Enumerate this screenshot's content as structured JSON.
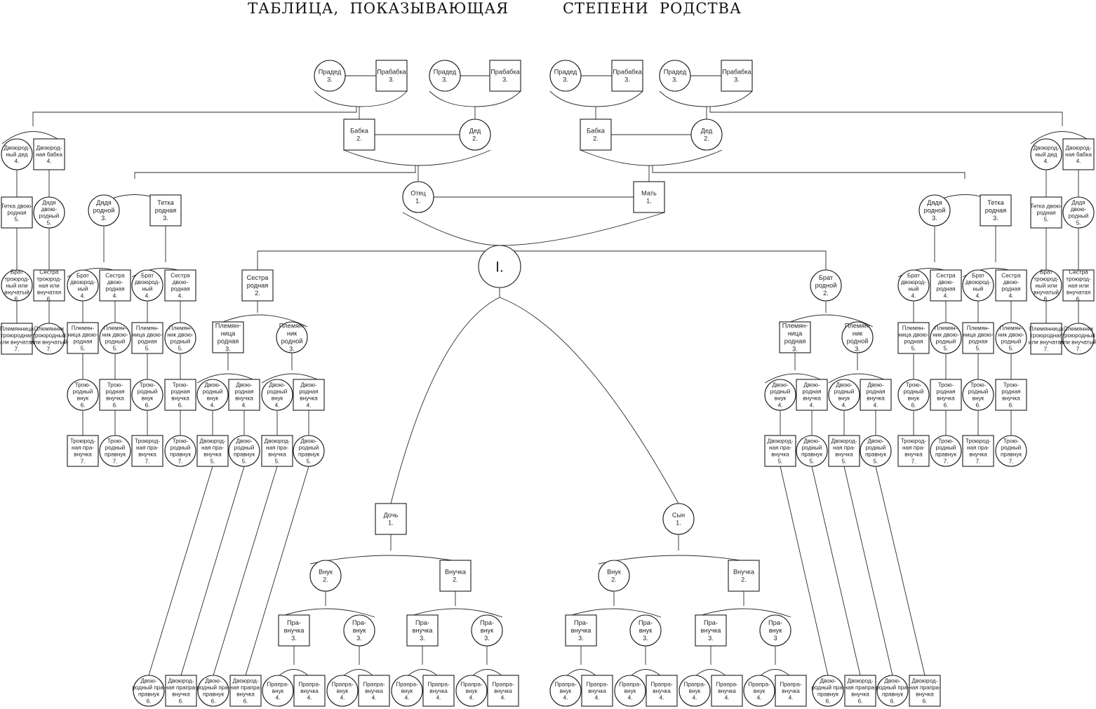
{
  "title": "ТАБЛИЦА,  ПОКАЗЫВАЮЩАЯ          СТЕПЕНИ  РОДСТВА",
  "nodes": [
    {
      "id": "pd1",
      "shape": "circle",
      "lines": [
        "Прадед",
        "3."
      ]
    },
    {
      "id": "pb1",
      "shape": "square",
      "lines": [
        "Прабабка",
        "3."
      ]
    },
    {
      "id": "pd2",
      "shape": "circle",
      "lines": [
        "Прадед",
        "3."
      ]
    },
    {
      "id": "pb2",
      "shape": "square",
      "lines": [
        "Прабабка",
        "3."
      ]
    },
    {
      "id": "pd3",
      "shape": "circle",
      "lines": [
        "Прадед",
        "3."
      ]
    },
    {
      "id": "pb3",
      "shape": "square",
      "lines": [
        "Прабабка",
        "3."
      ]
    },
    {
      "id": "pd4",
      "shape": "circle",
      "lines": [
        "Прадед",
        "3."
      ]
    },
    {
      "id": "pb4",
      "shape": "square",
      "lines": [
        "Прабабка",
        "3."
      ]
    },
    {
      "id": "babkaL",
      "shape": "square",
      "lines": [
        "Бабка",
        "2."
      ]
    },
    {
      "id": "dedL",
      "shape": "circle",
      "lines": [
        "Дед",
        "2."
      ]
    },
    {
      "id": "babkaR",
      "shape": "square",
      "lines": [
        "Бабка",
        "2."
      ]
    },
    {
      "id": "dedR",
      "shape": "circle",
      "lines": [
        "Дед",
        "2."
      ]
    },
    {
      "id": "otec",
      "shape": "circle",
      "lines": [
        "Отец",
        "1."
      ]
    },
    {
      "id": "mat",
      "shape": "square",
      "lines": [
        "Мать",
        "1."
      ]
    },
    {
      "id": "ego",
      "shape": "circle",
      "lines": [
        "I."
      ]
    },
    {
      "id": "dvdL",
      "shape": "circle",
      "lines": [
        "Двоюрод-",
        "ный дед",
        "4."
      ]
    },
    {
      "id": "dvbL",
      "shape": "square",
      "lines": [
        "Двоюрод-",
        "ная бабка",
        "4."
      ]
    },
    {
      "id": "tdvL",
      "shape": "square",
      "lines": [
        "Тетка двою-",
        "родная",
        "5."
      ]
    },
    {
      "id": "ddvL",
      "shape": "circle",
      "lines": [
        "Дядя",
        "двою-",
        "родный",
        "5."
      ]
    },
    {
      "id": "btrL",
      "shape": "circle",
      "lines": [
        "Брат",
        "троюрод-",
        "ный или",
        "внучатый",
        "6."
      ]
    },
    {
      "id": "strL",
      "shape": "square",
      "lines": [
        "Сестра",
        "троюрод-",
        "ная или",
        "внучатая",
        "6."
      ]
    },
    {
      "id": "pltrL",
      "shape": "square",
      "lines": [
        "Племянница",
        "троюродная",
        "или внучатая",
        "7."
      ]
    },
    {
      "id": "pmtrL",
      "shape": "circle",
      "lines": [
        "Племянник",
        "троюродный",
        "или внучатый",
        "7."
      ]
    },
    {
      "id": "dyadyaL",
      "shape": "circle",
      "lines": [
        "Дядя",
        "родной",
        "3."
      ]
    },
    {
      "id": "tetkaL",
      "shape": "square",
      "lines": [
        "Тетка",
        "родная",
        "3."
      ]
    },
    {
      "id": "lbd1",
      "shape": "circle",
      "lines": [
        "Брат",
        "двоюрод-",
        "ный",
        "4."
      ]
    },
    {
      "id": "lsd1",
      "shape": "square",
      "lines": [
        "Сестра",
        "двою-",
        "родная",
        "4."
      ]
    },
    {
      "id": "lbd2",
      "shape": "circle",
      "lines": [
        "Брат",
        "двоюрод-",
        "ный",
        "4."
      ]
    },
    {
      "id": "lsd2",
      "shape": "square",
      "lines": [
        "Сестра",
        "двою-",
        "родная",
        "4."
      ]
    },
    {
      "id": "lpl1",
      "shape": "square",
      "lines": [
        "Племян-",
        "ница двою-",
        "родная",
        "5."
      ]
    },
    {
      "id": "lpm1",
      "shape": "circle",
      "lines": [
        "Племян-",
        "ник двою-",
        "родный",
        "5."
      ]
    },
    {
      "id": "lpl2",
      "shape": "square",
      "lines": [
        "Племян-",
        "ница двою-",
        "родная",
        "5."
      ]
    },
    {
      "id": "lpm2",
      "shape": "circle",
      "lines": [
        "Племян-",
        "ник двою-",
        "родный",
        "5."
      ]
    },
    {
      "id": "ltv1",
      "shape": "circle",
      "lines": [
        "Трою-",
        "родный",
        "внук",
        "6."
      ]
    },
    {
      "id": "ltvch1",
      "shape": "square",
      "lines": [
        "Трою-",
        "родная",
        "внучка",
        "6."
      ]
    },
    {
      "id": "ltv2",
      "shape": "circle",
      "lines": [
        "Трою-",
        "родный",
        "внук",
        "6."
      ]
    },
    {
      "id": "ltvch2",
      "shape": "square",
      "lines": [
        "Трою-",
        "родная",
        "внучка",
        "6."
      ]
    },
    {
      "id": "ltpv1",
      "shape": "square",
      "lines": [
        "Троюрод-",
        "ная пра-",
        "внучка",
        "7."
      ]
    },
    {
      "id": "ltpvk1",
      "shape": "circle",
      "lines": [
        "Трою-",
        "родный",
        "правнук",
        "7."
      ]
    },
    {
      "id": "ltpv2",
      "shape": "square",
      "lines": [
        "Троюрод-",
        "ная пра-",
        "внучка",
        "7."
      ]
    },
    {
      "id": "ltpvk2",
      "shape": "circle",
      "lines": [
        "Трою-",
        "родный",
        "правнук",
        "7."
      ]
    },
    {
      "id": "sestra",
      "shape": "square",
      "lines": [
        "Сестра",
        "родная",
        "2."
      ]
    },
    {
      "id": "brat",
      "shape": "circle",
      "lines": [
        "Брат",
        "родной",
        "2."
      ]
    },
    {
      "id": "splnica",
      "shape": "square",
      "lines": [
        "Племян-",
        "ница",
        "родная",
        "3."
      ]
    },
    {
      "id": "splnik",
      "shape": "circle",
      "lines": [
        "Племян-",
        "ник",
        "родной",
        "3."
      ]
    },
    {
      "id": "sdv1",
      "shape": "circle",
      "lines": [
        "Двою-",
        "родный",
        "внук",
        "4."
      ]
    },
    {
      "id": "sdvc1",
      "shape": "square",
      "lines": [
        "Двою-",
        "родная",
        "внучка",
        "4."
      ]
    },
    {
      "id": "sdv2",
      "shape": "circle",
      "lines": [
        "Двою-",
        "родный",
        "внук",
        "4."
      ]
    },
    {
      "id": "sdvc2",
      "shape": "square",
      "lines": [
        "Двою-",
        "родная",
        "внучка",
        "4."
      ]
    },
    {
      "id": "sdpv1",
      "shape": "square",
      "lines": [
        "Двоюрод-",
        "ная пра-",
        "внучка",
        "5."
      ]
    },
    {
      "id": "sdpvk1",
      "shape": "circle",
      "lines": [
        "Двою-",
        "родный",
        "правнук",
        "5."
      ]
    },
    {
      "id": "sdpv2",
      "shape": "square",
      "lines": [
        "Двоюрод-",
        "ная пра-",
        "внучка",
        "5."
      ]
    },
    {
      "id": "sdpvk2",
      "shape": "circle",
      "lines": [
        "Двою-",
        "родный",
        "правнук",
        "5."
      ]
    },
    {
      "id": "bplnica",
      "shape": "square",
      "lines": [
        "Племян-",
        "ница",
        "родная",
        "3."
      ]
    },
    {
      "id": "bplnik",
      "shape": "circle",
      "lines": [
        "Племян-",
        "ник",
        "родной",
        "3."
      ]
    },
    {
      "id": "bdv1",
      "shape": "circle",
      "lines": [
        "Двою-",
        "родный",
        "внук",
        "4."
      ]
    },
    {
      "id": "bdvc1",
      "shape": "square",
      "lines": [
        "Двою-",
        "родная",
        "внучка",
        "4."
      ]
    },
    {
      "id": "bdv2",
      "shape": "circle",
      "lines": [
        "Двою-",
        "родный",
        "внук",
        "4."
      ]
    },
    {
      "id": "bdvc2",
      "shape": "square",
      "lines": [
        "Двою-",
        "родная",
        "внучка",
        "4."
      ]
    },
    {
      "id": "bdpv1",
      "shape": "square",
      "lines": [
        "Двоюрод-",
        "ная пра-",
        "внучка",
        "5."
      ]
    },
    {
      "id": "bdpvk1",
      "shape": "circle",
      "lines": [
        "Двою-",
        "родный",
        "правнук",
        "5."
      ]
    },
    {
      "id": "bdpv2",
      "shape": "square",
      "lines": [
        "Двоюрод-",
        "ная пра-",
        "внучка",
        "5."
      ]
    },
    {
      "id": "bdpvk2",
      "shape": "circle",
      "lines": [
        "Двою-",
        "родный",
        "правнук",
        "5."
      ]
    },
    {
      "id": "dyadyaR",
      "shape": "circle",
      "lines": [
        "Дядя",
        "родной",
        "3."
      ]
    },
    {
      "id": "tetkaR",
      "shape": "square",
      "lines": [
        "Тетка",
        "родная",
        "3."
      ]
    },
    {
      "id": "rbd1",
      "shape": "circle",
      "lines": [
        "Брат",
        "двоюрод-",
        "ный",
        "4."
      ]
    },
    {
      "id": "rsd1",
      "shape": "square",
      "lines": [
        "Сестра",
        "двою-",
        "родная",
        "4."
      ]
    },
    {
      "id": "rbd2",
      "shape": "circle",
      "lines": [
        "Брат",
        "двоюрод-",
        "ный",
        "4."
      ]
    },
    {
      "id": "rsd2",
      "shape": "square",
      "lines": [
        "Сестра",
        "двою-",
        "родная",
        "4."
      ]
    },
    {
      "id": "rpl1",
      "shape": "square",
      "lines": [
        "Племян-",
        "ница двою-",
        "родная",
        "5."
      ]
    },
    {
      "id": "rpm1",
      "shape": "circle",
      "lines": [
        "Племян-",
        "ник двою-",
        "родный",
        "5."
      ]
    },
    {
      "id": "rpl2",
      "shape": "square",
      "lines": [
        "Племян-",
        "ница двою-",
        "родная",
        "5."
      ]
    },
    {
      "id": "rpm2",
      "shape": "circle",
      "lines": [
        "Племян-",
        "ник двою-",
        "родный",
        "5."
      ]
    },
    {
      "id": "rtv1",
      "shape": "circle",
      "lines": [
        "Трою-",
        "родный",
        "внук",
        "6."
      ]
    },
    {
      "id": "rtvch1",
      "shape": "square",
      "lines": [
        "Трою-",
        "родная",
        "внучка",
        "6."
      ]
    },
    {
      "id": "rtv2",
      "shape": "circle",
      "lines": [
        "Трою-",
        "родный",
        "внук",
        "6."
      ]
    },
    {
      "id": "rtvch2",
      "shape": "square",
      "lines": [
        "Трою-",
        "родная",
        "внучка",
        "6."
      ]
    },
    {
      "id": "rtpv1",
      "shape": "square",
      "lines": [
        "Троюрод-",
        "ная пра-",
        "внучка",
        "7."
      ]
    },
    {
      "id": "rtpvk1",
      "shape": "circle",
      "lines": [
        "Трою-",
        "родный",
        "правнук",
        "7."
      ]
    },
    {
      "id": "rtpv2",
      "shape": "square",
      "lines": [
        "Троюрод-",
        "ная пра-",
        "внучка",
        "7."
      ]
    },
    {
      "id": "rtpvk2",
      "shape": "circle",
      "lines": [
        "Трою-",
        "родный",
        "правнук",
        "7."
      ]
    },
    {
      "id": "dvdR",
      "shape": "circle",
      "lines": [
        "Двоюрод-",
        "ный дед",
        "4."
      ]
    },
    {
      "id": "dvbR",
      "shape": "square",
      "lines": [
        "Двоюрод-",
        "ная бабка",
        "4."
      ]
    },
    {
      "id": "tdvR",
      "shape": "square",
      "lines": [
        "Тетка двою-",
        "родная",
        "5."
      ]
    },
    {
      "id": "ddvR",
      "shape": "circle",
      "lines": [
        "Дядя",
        "двою-",
        "родный",
        "5."
      ]
    },
    {
      "id": "btrR",
      "shape": "circle",
      "lines": [
        "Брат",
        "троюрод-",
        "ный или",
        "внучатый",
        "6."
      ]
    },
    {
      "id": "strR",
      "shape": "square",
      "lines": [
        "Сестра",
        "троюрод-",
        "ная или",
        "внучатая",
        "6."
      ]
    },
    {
      "id": "pltrR",
      "shape": "square",
      "lines": [
        "Племянница",
        "троюродная",
        "или внучатая",
        "7."
      ]
    },
    {
      "id": "pmtrR",
      "shape": "circle",
      "lines": [
        "Племянник",
        "троюродный",
        "или внучатый",
        "7."
      ]
    },
    {
      "id": "doch",
      "shape": "square",
      "lines": [
        "Дочь",
        "1."
      ]
    },
    {
      "id": "syn",
      "shape": "circle",
      "lines": [
        "Сын",
        "1."
      ]
    },
    {
      "id": "dvnuk",
      "shape": "circle",
      "lines": [
        "Внук",
        "2."
      ]
    },
    {
      "id": "dvnuchka",
      "shape": "square",
      "lines": [
        "Внучка",
        "2."
      ]
    },
    {
      "id": "svnuk",
      "shape": "circle",
      "lines": [
        "Внук",
        "2."
      ]
    },
    {
      "id": "svnuchka",
      "shape": "square",
      "lines": [
        "Внучка",
        "2."
      ]
    },
    {
      "id": "pr1",
      "shape": "square",
      "lines": [
        "Пра-",
        "внучка",
        "3."
      ]
    },
    {
      "id": "pr2",
      "shape": "circle",
      "lines": [
        "Пра-",
        "внук",
        "3."
      ]
    },
    {
      "id": "pr3",
      "shape": "square",
      "lines": [
        "Пра-",
        "внучка",
        "3."
      ]
    },
    {
      "id": "pr4",
      "shape": "circle",
      "lines": [
        "Пра-",
        "внук",
        "3."
      ]
    },
    {
      "id": "pr5",
      "shape": "square",
      "lines": [
        "Пра-",
        "внучка",
        "3."
      ]
    },
    {
      "id": "pr6",
      "shape": "circle",
      "lines": [
        "Пра-",
        "внук",
        "3."
      ]
    },
    {
      "id": "pr7",
      "shape": "square",
      "lines": [
        "Пра-",
        "внучка",
        "3."
      ]
    },
    {
      "id": "pr8",
      "shape": "circle",
      "lines": [
        "Пра-",
        "внук",
        "3"
      ]
    },
    {
      "id": "pp1a",
      "shape": "circle",
      "lines": [
        "Прапра-",
        "внук",
        "4."
      ]
    },
    {
      "id": "pp1b",
      "shape": "square",
      "lines": [
        "Прапра-",
        "внучка",
        "4."
      ]
    },
    {
      "id": "pp2a",
      "shape": "circle",
      "lines": [
        "Прапра-",
        "внук",
        "4."
      ]
    },
    {
      "id": "pp2b",
      "shape": "square",
      "lines": [
        "Прапра-",
        "внучка",
        "4."
      ]
    },
    {
      "id": "pp3a",
      "shape": "circle",
      "lines": [
        "Прапра-",
        "внук",
        "4."
      ]
    },
    {
      "id": "pp3b",
      "shape": "square",
      "lines": [
        "Прапра-",
        "внучка",
        "4."
      ]
    },
    {
      "id": "pp4a",
      "shape": "circle",
      "lines": [
        "Прапра-",
        "внук",
        "4."
      ]
    },
    {
      "id": "pp4b",
      "shape": "square",
      "lines": [
        "Прапра-",
        "внучка",
        "4."
      ]
    },
    {
      "id": "pp5a",
      "shape": "circle",
      "lines": [
        "Прапра-",
        "внук",
        "4."
      ]
    },
    {
      "id": "pp5b",
      "shape": "square",
      "lines": [
        "Прапра-",
        "внучка",
        "4."
      ]
    },
    {
      "id": "pp6a",
      "shape": "circle",
      "lines": [
        "Прапра-",
        "внук",
        "4."
      ]
    },
    {
      "id": "pp6b",
      "shape": "square",
      "lines": [
        "Прапра-",
        "внучка",
        "4."
      ]
    },
    {
      "id": "pp7a",
      "shape": "circle",
      "lines": [
        "Прапра-",
        "внук",
        "4."
      ]
    },
    {
      "id": "pp7b",
      "shape": "square",
      "lines": [
        "Прапра-",
        "внучка",
        "4."
      ]
    },
    {
      "id": "pp8a",
      "shape": "circle",
      "lines": [
        "Прапра-",
        "внук",
        "4."
      ]
    },
    {
      "id": "pp8b",
      "shape": "square",
      "lines": [
        "Прапра-",
        "внучка",
        "4."
      ]
    },
    {
      "id": "lb1",
      "shape": "circle",
      "lines": [
        "Двою-",
        "родный пра-",
        "правнук",
        "6."
      ]
    },
    {
      "id": "lb2",
      "shape": "square",
      "lines": [
        "Двоюрод-",
        "ная прапра-",
        "внучка",
        "6."
      ]
    },
    {
      "id": "lb3",
      "shape": "circle",
      "lines": [
        "Двою-",
        "родный пра-",
        "правнук",
        "6."
      ]
    },
    {
      "id": "lb4",
      "shape": "square",
      "lines": [
        "Двоюрод-",
        "ная прапра-",
        "внучка",
        "6."
      ]
    },
    {
      "id": "rb1",
      "shape": "circle",
      "lines": [
        "Двою-",
        "родный пра-",
        "правнук",
        "6."
      ]
    },
    {
      "id": "rb2",
      "shape": "square",
      "lines": [
        "Двоюрод-",
        "ная прапра-",
        "внучка",
        "6."
      ]
    },
    {
      "id": "rb3",
      "shape": "circle",
      "lines": [
        "Двою-",
        "родный пра-",
        "правнук",
        "6."
      ]
    },
    {
      "id": "rb4",
      "shape": "square",
      "lines": [
        "Двоюрод-",
        "ная прапра-",
        "внучка",
        "6."
      ]
    }
  ]
}
